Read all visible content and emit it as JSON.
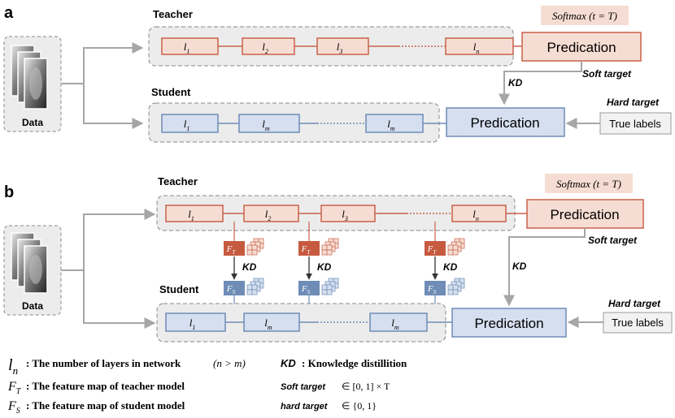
{
  "panel_a": {
    "letter": "a",
    "teacher_label": "Teacher",
    "student_label": "Student",
    "data_label": "Data",
    "teacher_layers": [
      "l",
      "l",
      "l",
      "l"
    ],
    "teacher_layer_subs": [
      "1",
      "2",
      "3",
      "n"
    ],
    "student_layers": [
      "l",
      "l",
      "l"
    ],
    "student_layer_subs": [
      "1",
      "m",
      "m"
    ],
    "teacher_output": "Predication",
    "student_output": "Predication",
    "softmax": "Softmax (t = T)",
    "soft_target": "Soft target",
    "kd": "KD",
    "hard_target": "Hard target",
    "true_labels": "True labels"
  },
  "panel_b": {
    "letter": "b",
    "teacher_label": "Teacher",
    "student_label": "Student",
    "data_label": "Data",
    "teacher_layers": [
      "l",
      "l",
      "l",
      "l"
    ],
    "teacher_layer_subs": [
      "1",
      "2",
      "3",
      "n"
    ],
    "student_layers": [
      "l",
      "l",
      "l"
    ],
    "student_layer_subs": [
      "1",
      "m",
      "m"
    ],
    "teacher_output": "Predication",
    "student_output": "Predication",
    "softmax": "Softmax (t = T)",
    "soft_target": "Soft target",
    "kd": "KD",
    "hard_target": "Hard target",
    "true_labels": "True labels",
    "ft": "F",
    "ft_sub": "T",
    "fs": "F",
    "fs_sub": "S"
  },
  "legend": {
    "ln_sym": "l",
    "ln_sub": "n",
    "ln_text": ": The number of layers in network",
    "ln_cond": "(n > m)",
    "ft_sym": "F",
    "ft_sub": "T",
    "ft_text": ": The feature map of teacher model",
    "fs_sym": "F",
    "fs_sub": "S",
    "fs_text": ": The feature map of student model",
    "kd_sym": "KD",
    "kd_text": ": Knowledge distillition",
    "soft_sym": "Soft target",
    "soft_text": "∈ [0, 1] × T",
    "hard_sym": "hard target",
    "hard_text": "∈ {0, 1}"
  },
  "colors": {
    "teacher_fill": "#f6ddd3",
    "teacher_stroke": "#c8614a",
    "student_fill": "#d5dfef",
    "student_stroke": "#6e8cb6",
    "group_fill": "#ececec",
    "arrow": "#a6a6a6",
    "ft_fill": "#c65a3f",
    "fs_fill": "#6e8cb6"
  }
}
